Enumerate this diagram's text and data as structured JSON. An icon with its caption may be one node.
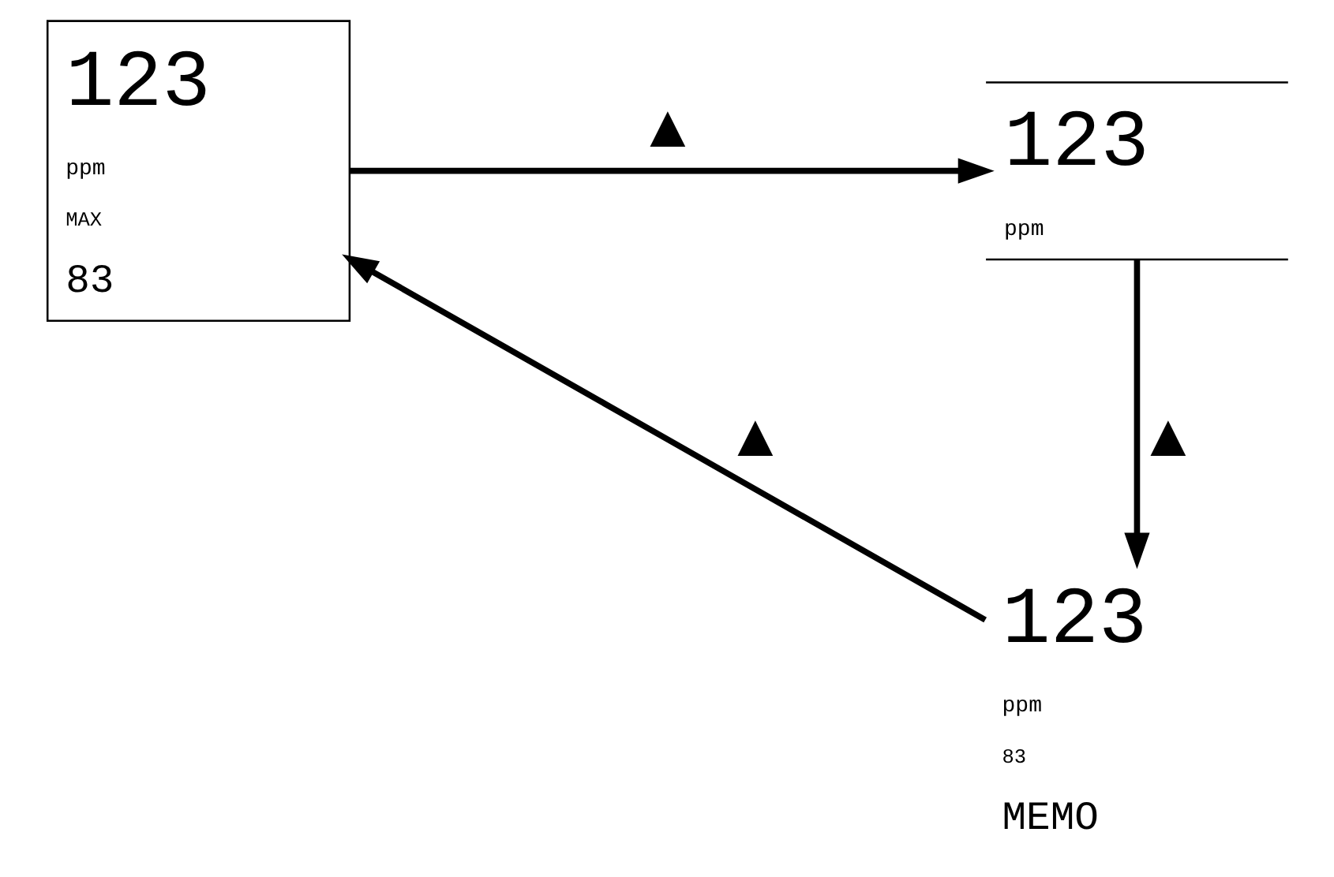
{
  "diagram": {
    "nodes": [
      {
        "text": [
          "123",
          "ppm",
          "MAX",
          "83"
        ]
      },
      {
        "text": [
          "123",
          "ppm"
        ]
      },
      {
        "text": [
          "123",
          "ppm",
          "83",
          "MEMO"
        ]
      }
    ],
    "edges": [
      {
        "from": 0,
        "to": 1,
        "arrow": "to",
        "label": "▲"
      },
      {
        "from": 1,
        "to": 2,
        "arrow": "to",
        "label": "▲"
      },
      {
        "from": 2,
        "to": 0,
        "arrow": "to",
        "label": "▲"
      }
    ]
  }
}
